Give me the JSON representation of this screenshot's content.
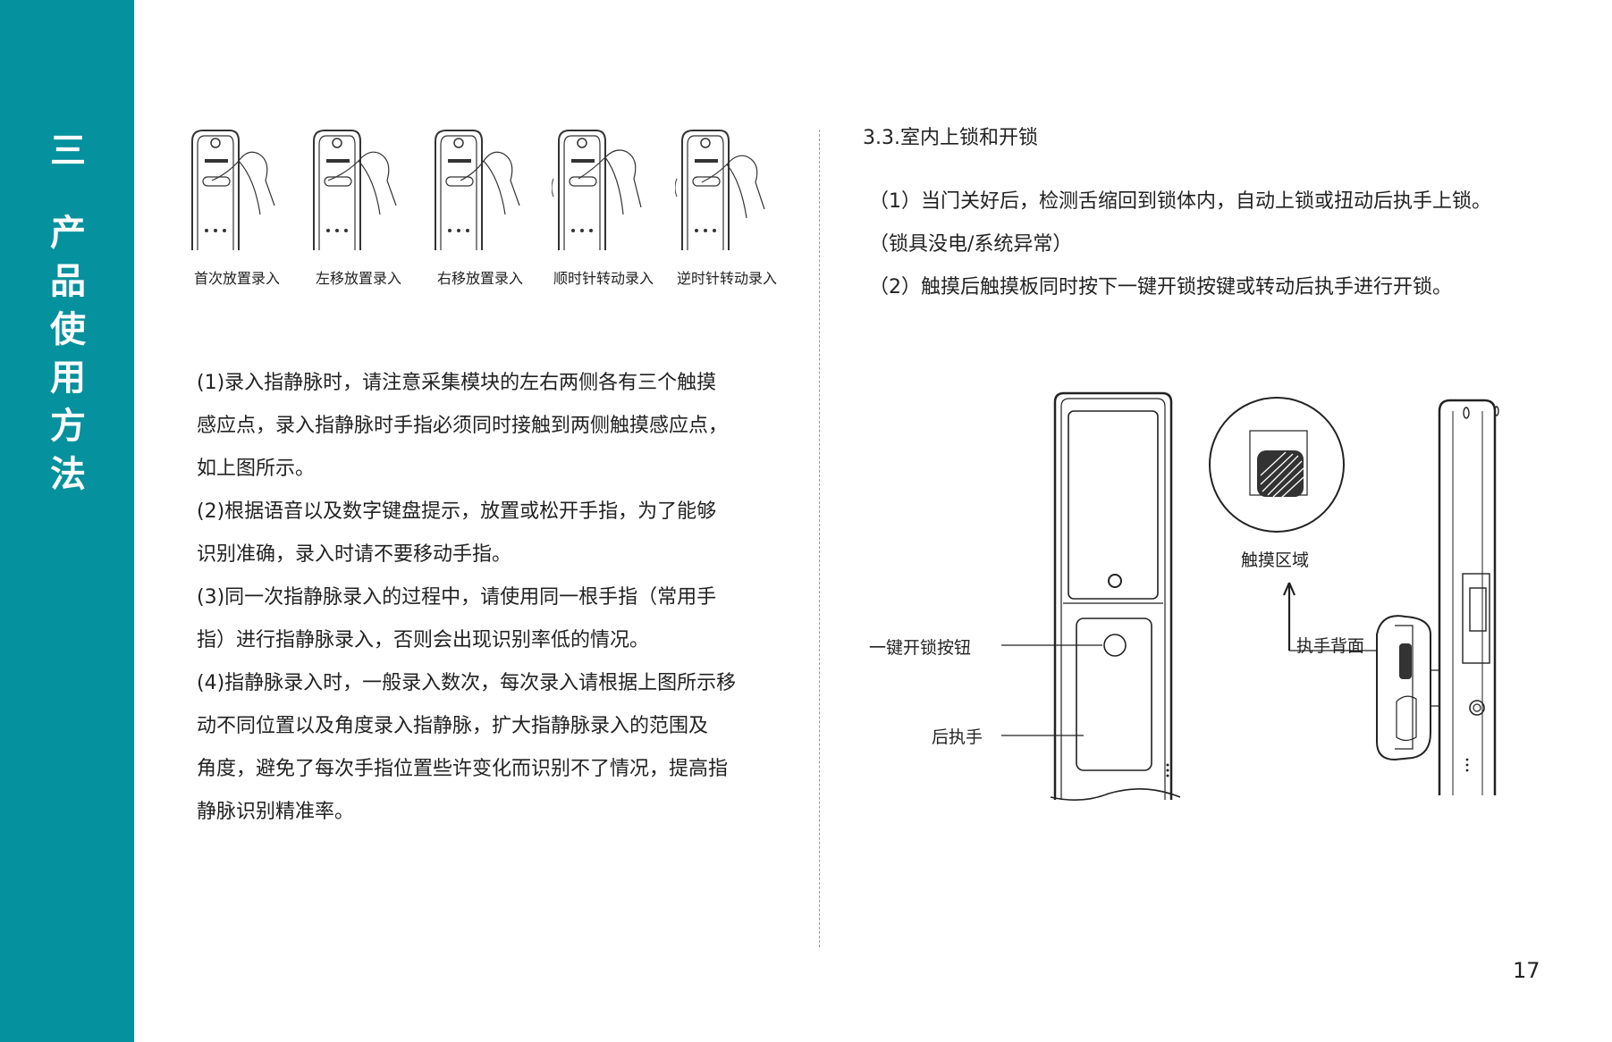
{
  "sidebar": {
    "chapter": "三",
    "title_chars": [
      "产",
      "品",
      "使",
      "用",
      "方",
      "法"
    ],
    "color": "#05919d"
  },
  "steps": [
    {
      "label": "首次放置录入"
    },
    {
      "label": "左移放置录入"
    },
    {
      "label": "右移放置录入"
    },
    {
      "label": "顺时针转动录入"
    },
    {
      "label": "逆时针转动录入"
    }
  ],
  "left_text": [
    "(1)录入指静脉时，请注意采集模块的左右两侧各有三个触摸",
    "感应点，录入指静脉时手指必须同时接触到两侧触摸感应点，",
    "如上图所示。",
    "(2)根据语音以及数字键盘提示，放置或松开手指，为了能够",
    "识别准确，录入时请不要移动手指。",
    "(3)同一次指静脉录入的过程中，请使用同一根手指（常用手",
    "指）进行指静脉录入，否则会出现识别率低的情况。",
    "(4)指静脉录入时，一般录入数次，每次录入请根据上图所示移",
    "动不同位置以及角度录入指静脉，扩大指静脉录入的范围及",
    "角度，避免了每次手指位置些许变化而识别不了情况，提高指",
    "静脉识别精准率。"
  ],
  "section": {
    "title": "3.3.室内上锁和开锁",
    "lines": [
      "（1）当门关好后，检测舌缩回到锁体内，自动上锁或扭动后执手上锁。",
      "（锁具没电/系统异常）",
      "（2）触摸后触摸板同时按下一键开锁按键或转动后执手进行开锁。"
    ]
  },
  "diagram_labels": {
    "one_key_button": "一键开锁按钮",
    "rear_handle": "后执手",
    "touch_area": "触摸区域",
    "handle_back": "执手背面"
  },
  "page_number": "17"
}
